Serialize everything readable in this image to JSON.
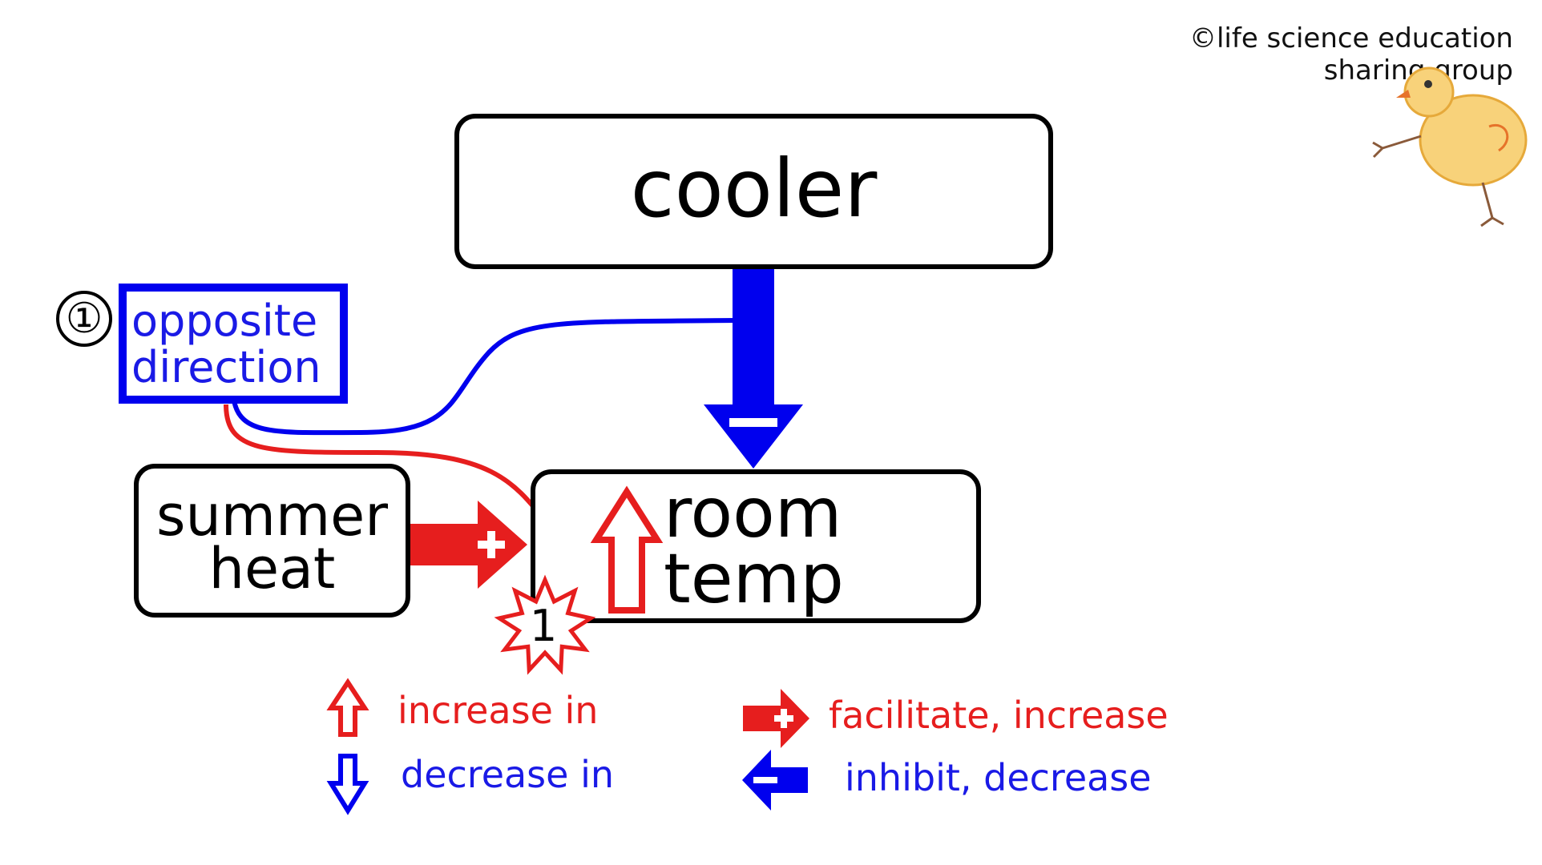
{
  "copyright": {
    "line1": "©life science education",
    "line2": "sharing group"
  },
  "nodes": {
    "cooler": "cooler",
    "summer_heat_line1": "summer",
    "summer_heat_line2": "heat",
    "room_temp_line1": "room",
    "room_temp_line2": "temp"
  },
  "annotation": {
    "number": "①",
    "line1": "opposite",
    "line2": "direction",
    "star_label": "1"
  },
  "legend": {
    "increase": "increase in",
    "decrease": "decrease in",
    "facilitate": "facilitate, increase",
    "inhibit": "inhibit, decrease"
  },
  "colors": {
    "red": "#e61e1e",
    "blue": "#0000ee",
    "black": "#000000"
  },
  "icons": {
    "mascot": "chick-drawing-icon",
    "star": "starburst-icon"
  }
}
